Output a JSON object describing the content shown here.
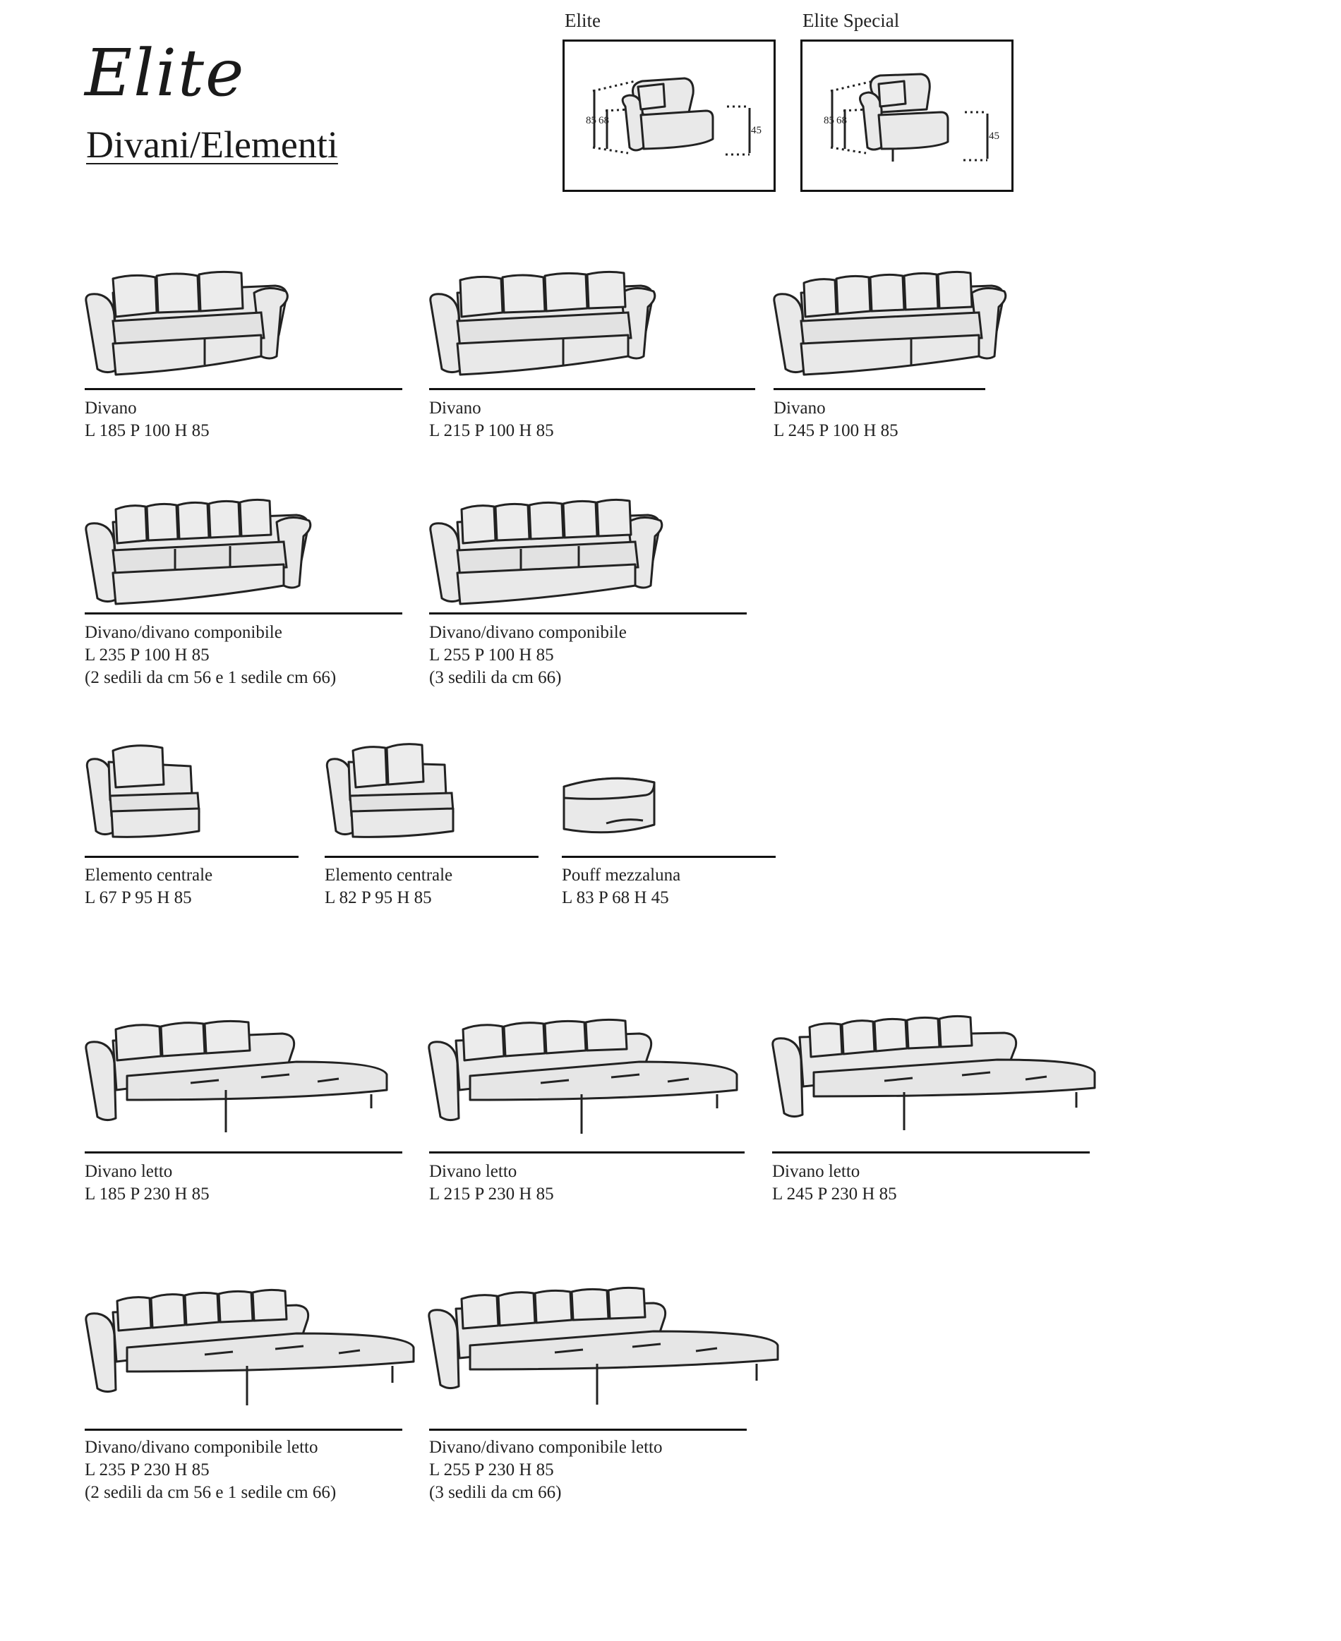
{
  "header": {
    "brand": "Elite",
    "subtitle": "Divani/Elementi",
    "variants": [
      {
        "label": "Elite",
        "dims": {
          "total_height": "85",
          "seat_height": "68",
          "seat_depth": "45"
        }
      },
      {
        "label": "Elite Special",
        "dims": {
          "total_height": "85",
          "seat_height": "68",
          "seat_depth": "45"
        }
      }
    ]
  },
  "items": [
    {
      "name": "Divano",
      "dims": "L 185 P 100 H 85",
      "note": ""
    },
    {
      "name": "Divano",
      "dims": "L 215 P 100 H 85",
      "note": ""
    },
    {
      "name": "Divano",
      "dims": "L 245 P 100 H 85",
      "note": ""
    },
    {
      "name": "Divano/divano componibile",
      "dims": "L 235 P 100 H 85",
      "note": "(2 sedili da cm 56 e 1 sedile cm 66)"
    },
    {
      "name": "Divano/divano componibile",
      "dims": "L 255 P 100 H 85",
      "note": "(3 sedili da cm 66)"
    },
    {
      "name": "Elemento centrale",
      "dims": "L 67 P 95 H 85",
      "note": ""
    },
    {
      "name": "Elemento centrale",
      "dims": "L 82 P 95 H 85",
      "note": ""
    },
    {
      "name": "Pouff mezzaluna",
      "dims": "L 83 P 68 H 45",
      "note": ""
    },
    {
      "name": "Divano letto",
      "dims": "L 185 P 230 H 85",
      "note": ""
    },
    {
      "name": "Divano letto",
      "dims": "L 215 P 230 H 85",
      "note": ""
    },
    {
      "name": "Divano letto",
      "dims": "L 245 P 230 H 85",
      "note": ""
    },
    {
      "name": "Divano/divano componibile letto",
      "dims": "L 235 P 230 H 85",
      "note": "(2 sedili da cm 56 e 1 sedile cm 66)"
    },
    {
      "name": "Divano/divano componibile letto",
      "dims": "L 255 P 230 H 85",
      "note": "(3 sedili da cm 66)"
    }
  ]
}
